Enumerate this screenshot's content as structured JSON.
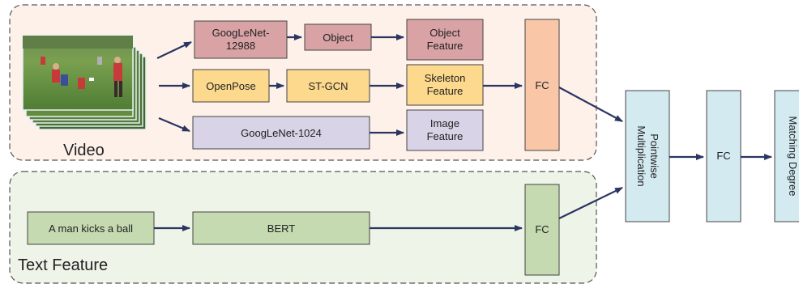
{
  "groups": {
    "video": {
      "label": "Video"
    },
    "text": {
      "label": "Text Feature"
    }
  },
  "video_branch": {
    "googlenet_12988": "GoogLeNet-\n12988",
    "object": "Object",
    "object_feature": "Object\nFeature",
    "openpose": "OpenPose",
    "stgcn": "ST-GCN",
    "skeleton_feature": "Skeleton\nFeature",
    "googlenet_1024": "GoogLeNet-1024",
    "image_feature": "Image\nFeature",
    "fc": "FC"
  },
  "text_branch": {
    "input": "A man kicks a ball",
    "bert": "BERT",
    "fc": "FC"
  },
  "fusion": {
    "pointwise": "Pointwise\nMultiplication",
    "fc": "FC",
    "output": "Matching Degree"
  },
  "colors": {
    "video_group_fill": "#fdf1ea",
    "text_group_fill": "#eef4e8",
    "pink": "#d9a3a6",
    "yellow": "#fcd98d",
    "lavender": "#d8d3e6",
    "peach": "#fac6a8",
    "green": "#c5dab1",
    "light_blue": "#d3eaf0",
    "arrow": "#2a3561"
  }
}
